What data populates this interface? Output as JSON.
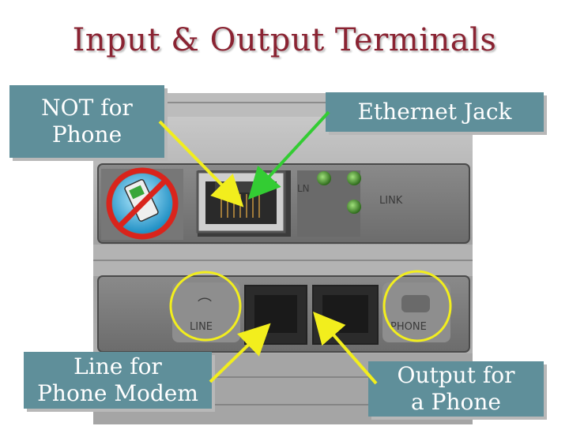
{
  "title": "Input & Output Terminals",
  "callouts": {
    "not_for_phone": "NOT for\nPhone",
    "ethernet_jack": "Ethernet Jack",
    "line_for_phone_modem": "Line for\nPhone Modem",
    "output_for_a_phone": "Output for\na Phone"
  },
  "colors": {
    "title": "#8a2332",
    "callout_bg": "#5f8f9a",
    "arrow_yellow": "#f2ee1d",
    "arrow_green": "#33cc33",
    "no_sign_red": "#d9241c"
  }
}
